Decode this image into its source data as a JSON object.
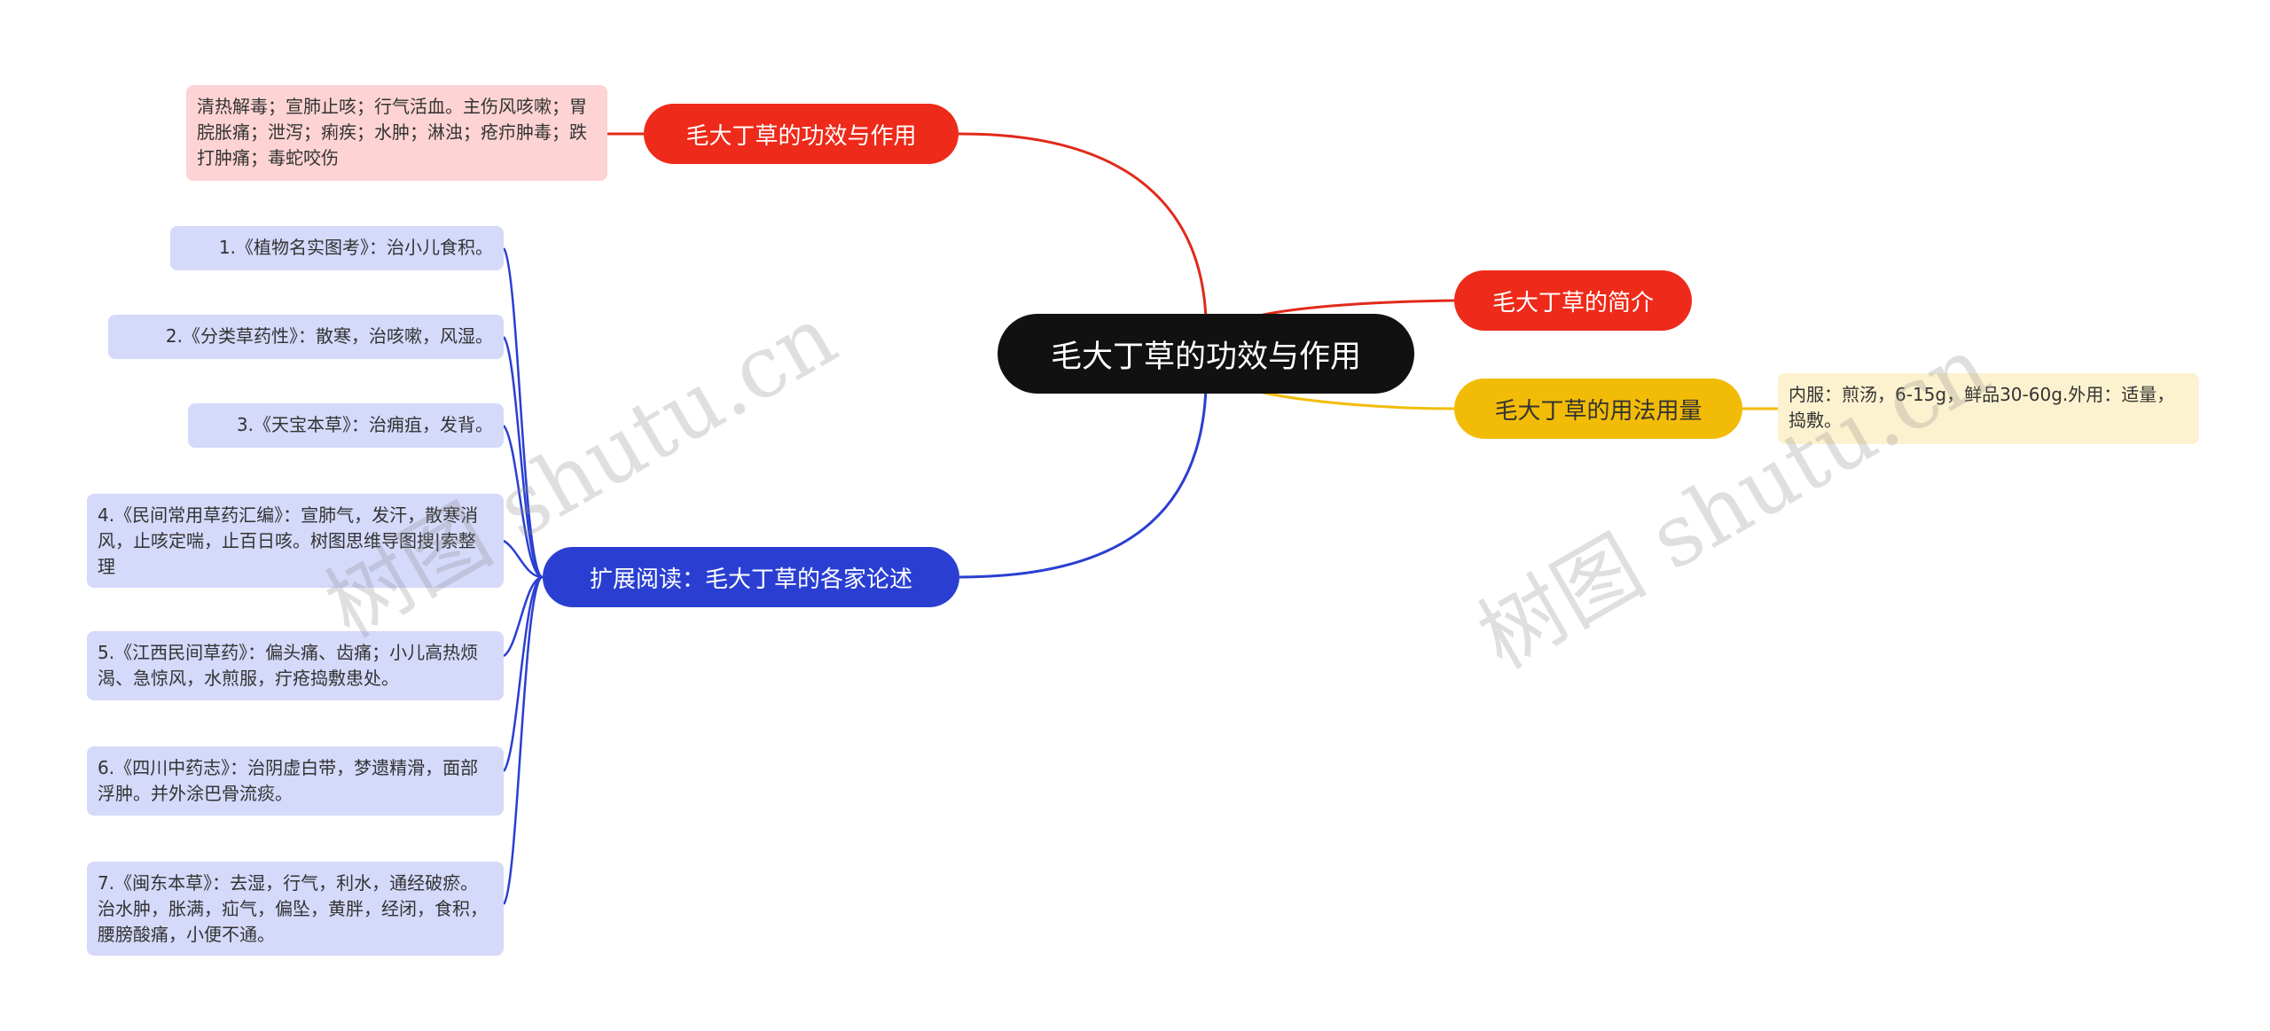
{
  "center": {
    "label": "毛大丁草的功效与作用"
  },
  "branches": {
    "function": {
      "label": "毛大丁草的功效与作用",
      "color": "#ee2a1a",
      "detail": "清热解毒；宣肺止咳；行气活血。主伤风咳嗽；胃脘胀痛；泄泻；痢疾；水肿；淋浊；疮疖肿毒；跌打肿痛；毒蛇咬伤"
    },
    "intro": {
      "label": "毛大丁草的简介",
      "color": "#ee2a1a"
    },
    "usage": {
      "label": "毛大丁草的用法用量",
      "color": "#f2bc06",
      "detail": "内服：煎汤，6-15g，鲜品30-60g.外用：适量，捣敷。"
    },
    "extended": {
      "label": "扩展阅读：毛大丁草的各家论述",
      "color": "#2a3fd2",
      "items": [
        "1.《植物名实图考》：治小儿食积。",
        "2.《分类草药性》：散寒，治咳嗽，风湿。",
        "3.《天宝本草》：治痈疽，发背。",
        "4.《民间常用草药汇编》：宣肺气，发汗，散寒消风，止咳定喘，止百日咳。树图思维导图搜|索整理",
        "5.《江西民间草药》：偏头痛、齿痛；小儿高热烦渴、急惊风，水煎服，疔疮捣敷患处。",
        "6.《四川中药志》：治阴虚白带，梦遗精滑，面部浮肿。并外涂巴骨流痰。",
        "7.《闽东本草》：去湿，行气，利水，通经破瘀。治水肿，胀满，疝气，偏坠，黄胖，经闭，食积，腰膀酸痛，小便不通。"
      ]
    }
  },
  "watermarks": [
    "树图 shutu.cn",
    "树图 shutu.cn"
  ]
}
